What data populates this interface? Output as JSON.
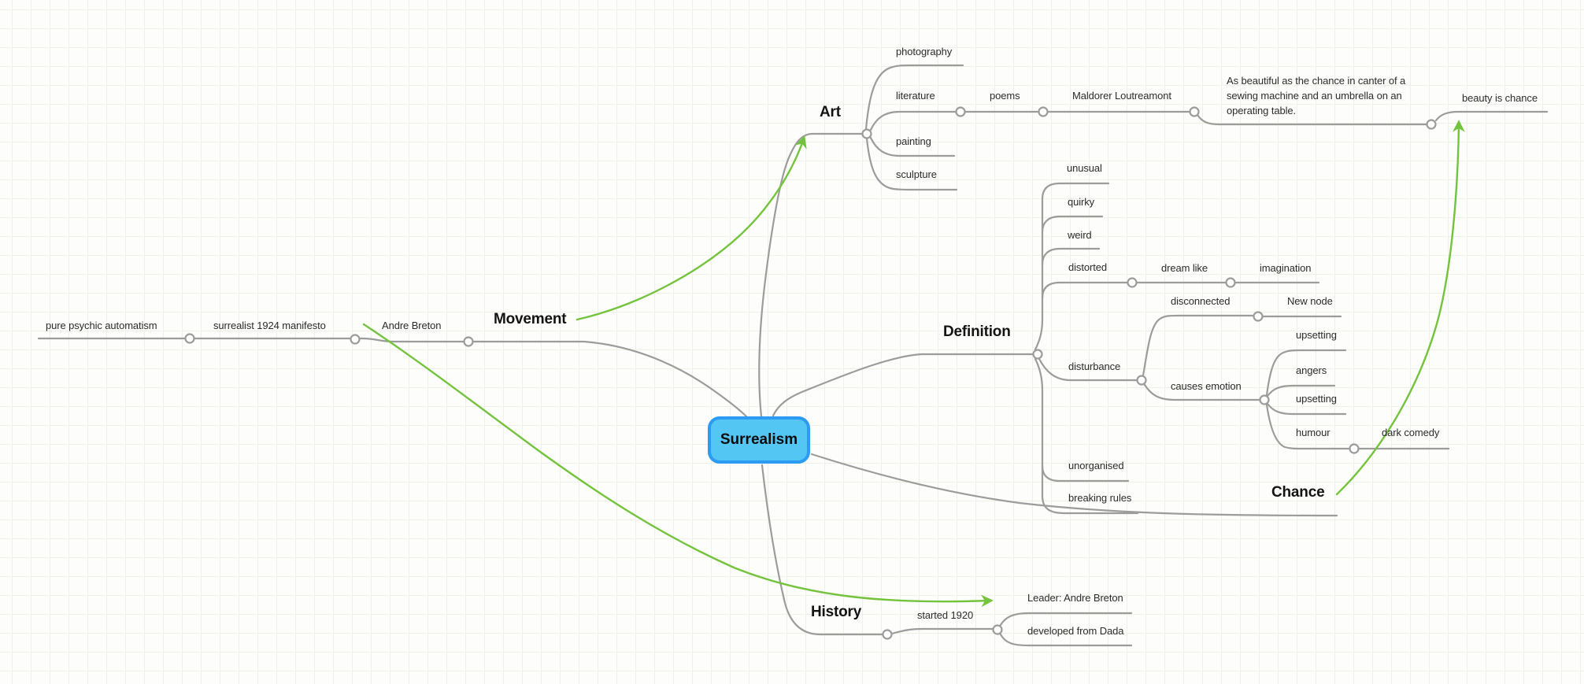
{
  "colors": {
    "root_fill": "#53c6f4",
    "root_border": "#2b9bf3",
    "branch_line": "#9c9c9c",
    "cross_link_green": "#74c33c",
    "grid_line": "#eff1e6",
    "background": "#fdfdfb",
    "text": "#2c2c2c"
  },
  "nodes": {
    "root": "Surrealism",
    "movement": "Movement",
    "andre_breton": "Andre Breton",
    "manifesto": "surrealist 1924 manifesto",
    "automatism": "pure psychic automatism",
    "art": "Art",
    "photography": "photography",
    "literature": "literature",
    "poems": "poems",
    "maldorer": "Maldorer Loutreamont",
    "quote": "As beautiful as the chance in canter of a sewing machine and an umbrella on an operating table.",
    "beauty": "beauty is chance",
    "painting": "painting",
    "sculpture": "sculpture",
    "definition": "Definition",
    "unusual": "unusual",
    "quirky": "quirky",
    "weird": "weird",
    "distorted": "distorted",
    "dream_like": "dream like",
    "imagination": "imagination",
    "disconnected": "disconnected",
    "new_node": "New node",
    "disturbance": "disturbance",
    "causes_emotion": "causes emotion",
    "upsetting_1": "upsetting",
    "angers": "angers",
    "upsetting_2": "upsetting",
    "humour": "humour",
    "dark_comedy": "dark comedy",
    "unorganised": "unorganised",
    "breaking_rules": "breaking rules",
    "history": "History",
    "started_1920": "started 1920",
    "leader": "Leader: Andre Breton",
    "developed": "developed from Dada",
    "chance": "Chance"
  },
  "outline": {
    "root": "root",
    "branches": [
      {
        "id": "art",
        "children": [
          {
            "id": "photography"
          },
          {
            "id": "literature",
            "children": [
              {
                "id": "poems",
                "children": [
                  {
                    "id": "maldorer",
                    "children": [
                      {
                        "id": "quote",
                        "children": [
                          {
                            "id": "beauty"
                          }
                        ]
                      }
                    ]
                  }
                ]
              }
            ]
          },
          {
            "id": "painting"
          },
          {
            "id": "sculpture"
          }
        ]
      },
      {
        "id": "definition",
        "children": [
          {
            "id": "unusual"
          },
          {
            "id": "quirky"
          },
          {
            "id": "weird"
          },
          {
            "id": "distorted",
            "children": [
              {
                "id": "dream_like",
                "children": [
                  {
                    "id": "imagination"
                  }
                ]
              }
            ]
          },
          {
            "id": "disturbance",
            "children": [
              {
                "id": "disconnected",
                "children": [
                  {
                    "id": "new_node"
                  }
                ]
              },
              {
                "id": "causes_emotion",
                "children": [
                  {
                    "id": "upsetting_1"
                  },
                  {
                    "id": "angers"
                  },
                  {
                    "id": "upsetting_2"
                  },
                  {
                    "id": "humour",
                    "children": [
                      {
                        "id": "dark_comedy"
                      }
                    ]
                  }
                ]
              }
            ]
          },
          {
            "id": "unorganised"
          },
          {
            "id": "breaking_rules"
          }
        ]
      },
      {
        "id": "movement",
        "children": [
          {
            "id": "andre_breton",
            "children": [
              {
                "id": "manifesto",
                "children": [
                  {
                    "id": "automatism"
                  }
                ]
              }
            ]
          }
        ]
      },
      {
        "id": "history",
        "children": [
          {
            "id": "started_1920",
            "children": [
              {
                "id": "leader"
              },
              {
                "id": "developed"
              }
            ]
          }
        ]
      },
      {
        "id": "chance"
      }
    ],
    "cross_links": [
      {
        "from": "movement",
        "to": "art",
        "color": "green"
      },
      {
        "from": "andre_breton",
        "to": "leader",
        "color": "green"
      },
      {
        "from": "chance",
        "to": "beauty",
        "color": "green"
      }
    ]
  }
}
